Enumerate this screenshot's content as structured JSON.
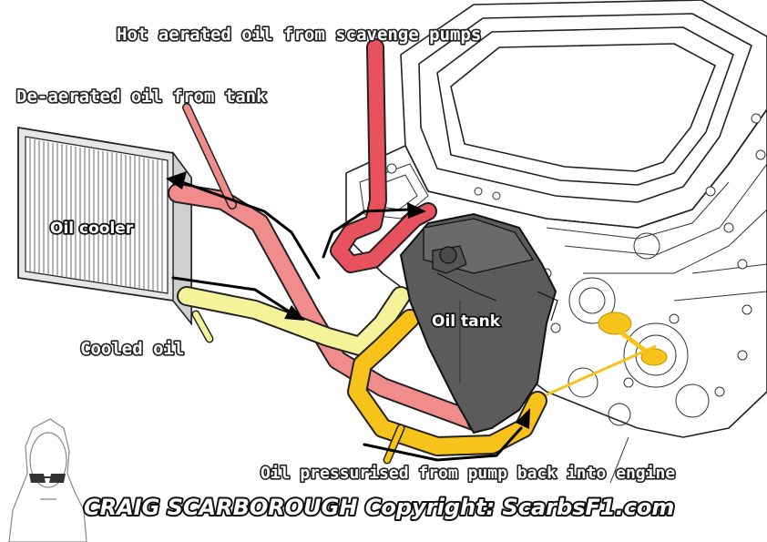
{
  "labels": {
    "hot_oil": "Hot aerated oil from scavenge pumps",
    "deaerated_oil": "De-aerated oil from tank",
    "oil_cooler": "Oil cooler",
    "cooled_oil": "Cooled oil",
    "oil_tank": "Oil tank",
    "pressurised_oil": "Oil pressurised from pump back into engine"
  },
  "credit": "CRAIG SCARBOROUGH Copyright: ScarbsF1.com",
  "colors": {
    "hot_oil": "#e8525e",
    "deaerated_oil": "#f08c8c",
    "cooled_oil": "#f5f39a",
    "pressurised_oil": "#f7c21a",
    "oil_tank": "#5b5b5b",
    "outline": "#222222"
  }
}
